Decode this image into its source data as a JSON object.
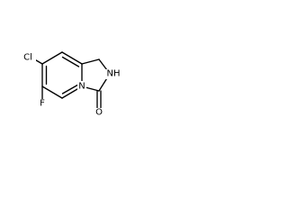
{
  "molecule": {
    "atoms": {
      "cl": "Cl",
      "f": "F",
      "n_bridge": "N",
      "nh": "NH",
      "o": "O"
    }
  }
}
